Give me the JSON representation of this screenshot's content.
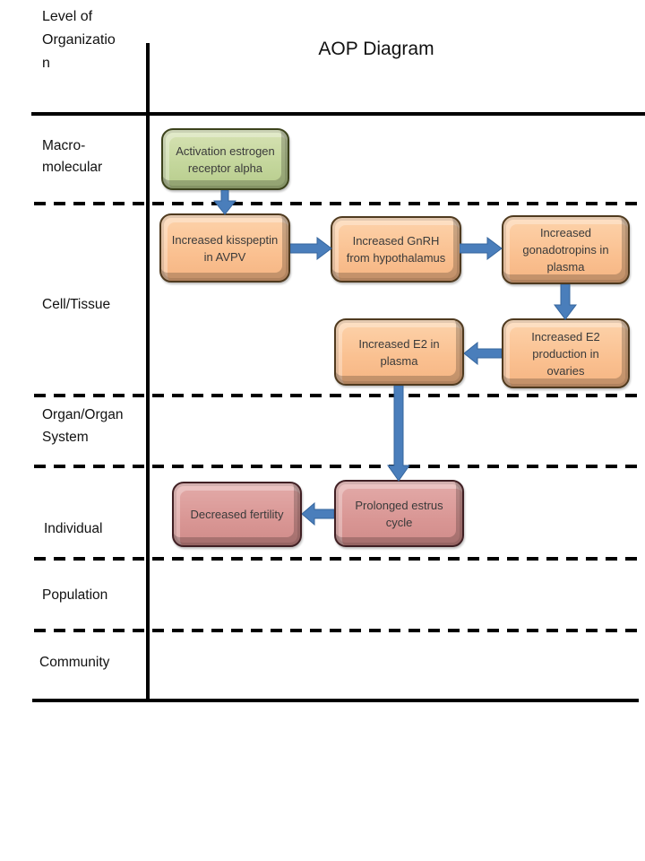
{
  "title": "AOP Diagram",
  "column_header": "Level of\nOrganizatio\nn",
  "rows": [
    {
      "label": "Macro-\nmolecular"
    },
    {
      "label": "Cell/Tissue"
    },
    {
      "label": "Organ/Organ\nSystem"
    },
    {
      "label": "Individual"
    },
    {
      "label": "Population"
    },
    {
      "label": "Community"
    }
  ],
  "nodes": [
    {
      "id": "activation-er-alpha",
      "label": "Activation estrogen\nreceptor alpha",
      "level": "Macro-molecular",
      "type": "green"
    },
    {
      "id": "increased-kisspeptin",
      "label": "Increased kisspeptin\nin AVPV",
      "level": "Cell/Tissue",
      "type": "orange"
    },
    {
      "id": "increased-gnrh",
      "label": "Increased GnRH\nfrom hypothalamus",
      "level": "Cell/Tissue",
      "type": "orange"
    },
    {
      "id": "increased-gonadotropins",
      "label": "Increased\ngonadotropins in\nplasma",
      "level": "Cell/Tissue",
      "type": "orange"
    },
    {
      "id": "increased-e2-production",
      "label": "Increased E2\nproduction in\novaries",
      "level": "Cell/Tissue",
      "type": "orange"
    },
    {
      "id": "increased-e2-plasma",
      "label": "Increased E2 in\nplasma",
      "level": "Cell/Tissue",
      "type": "orange"
    },
    {
      "id": "prolonged-estrus-cycle",
      "label": "Prolonged estrus\ncycle",
      "level": "Individual",
      "type": "pink"
    },
    {
      "id": "decreased-fertility",
      "label": "Decreased fertility",
      "level": "Individual",
      "type": "pink"
    }
  ],
  "edges": [
    {
      "from": "activation-er-alpha",
      "to": "increased-kisspeptin"
    },
    {
      "from": "increased-kisspeptin",
      "to": "increased-gnrh"
    },
    {
      "from": "increased-gnrh",
      "to": "increased-gonadotropins"
    },
    {
      "from": "increased-gonadotropins",
      "to": "increased-e2-production"
    },
    {
      "from": "increased-e2-production",
      "to": "increased-e2-plasma"
    },
    {
      "from": "increased-e2-plasma",
      "to": "prolonged-estrus-cycle"
    },
    {
      "from": "prolonged-estrus-cycle",
      "to": "decreased-fertility"
    }
  ],
  "colors": {
    "arrow": "#4a7ebb",
    "green_fill": "#c3d69b",
    "orange_fill": "#fac090",
    "pink_fill": "#d99694",
    "line": "#000000"
  }
}
